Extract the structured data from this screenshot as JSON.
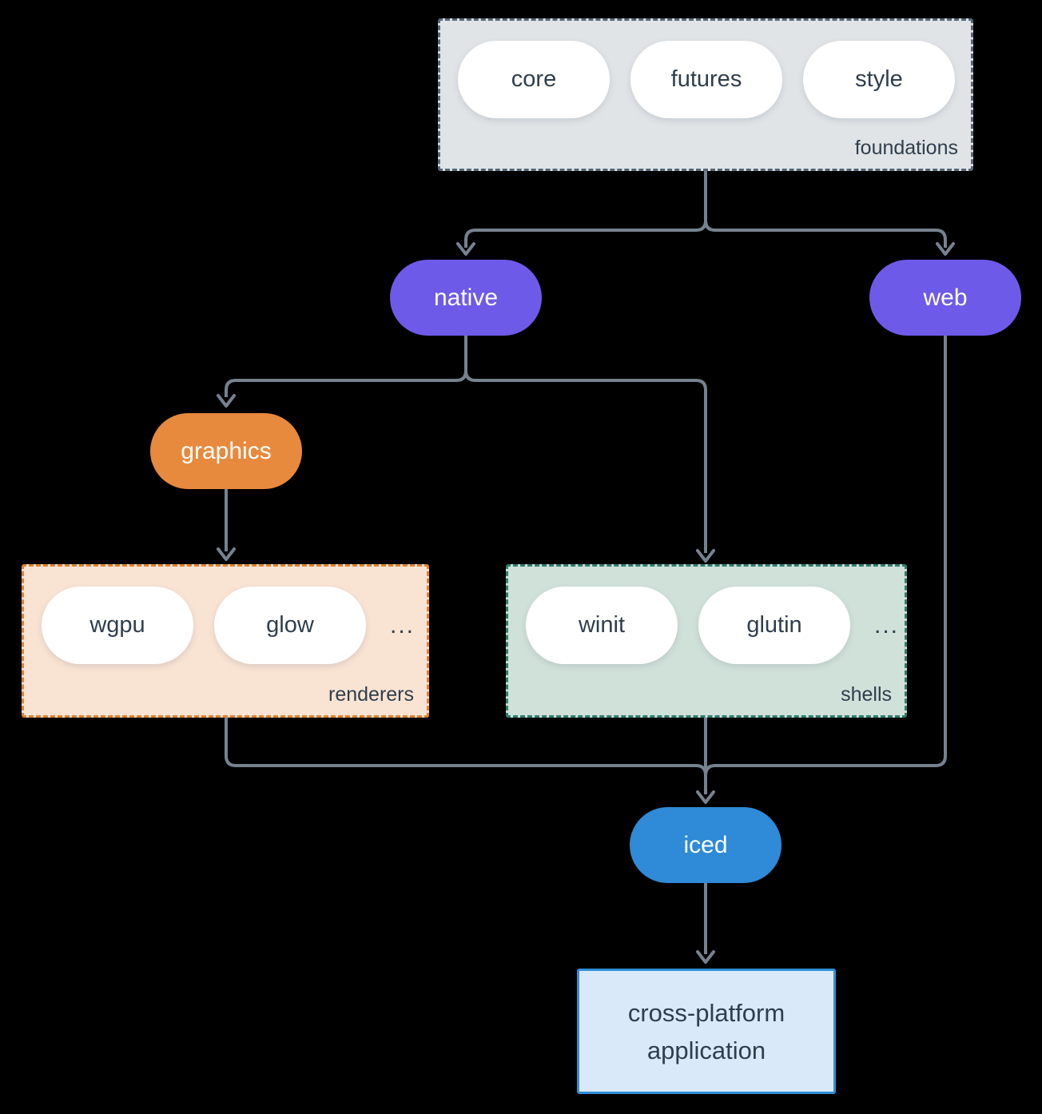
{
  "foundations": {
    "label": "foundations",
    "items": [
      "core",
      "futures",
      "style"
    ]
  },
  "native": {
    "label": "native"
  },
  "web": {
    "label": "web"
  },
  "graphics": {
    "label": "graphics"
  },
  "renderers": {
    "label": "renderers",
    "items": [
      "wgpu",
      "glow"
    ],
    "ellipsis": "..."
  },
  "shells": {
    "label": "shells",
    "items": [
      "winit",
      "glutin"
    ],
    "ellipsis": "..."
  },
  "iced": {
    "label": "iced"
  },
  "application": {
    "line1": "cross-platform",
    "line2": "application"
  },
  "colors": {
    "background": "#000000",
    "connector": "#76828f",
    "text_dark": "#2f3e4c",
    "purple_node": "#6e5ae8",
    "orange_node": "#e78a3d",
    "blue_node": "#2f8ad7",
    "foundations_fill": "#e0e4e7",
    "foundations_border": "#566878",
    "renderers_fill": "#f9e3d3",
    "renderers_border": "#e0812f",
    "shells_fill": "#d0e1da",
    "shells_border": "#2f7d6d",
    "application_fill": "#d9e9f9",
    "application_border": "#2e8fd8"
  }
}
